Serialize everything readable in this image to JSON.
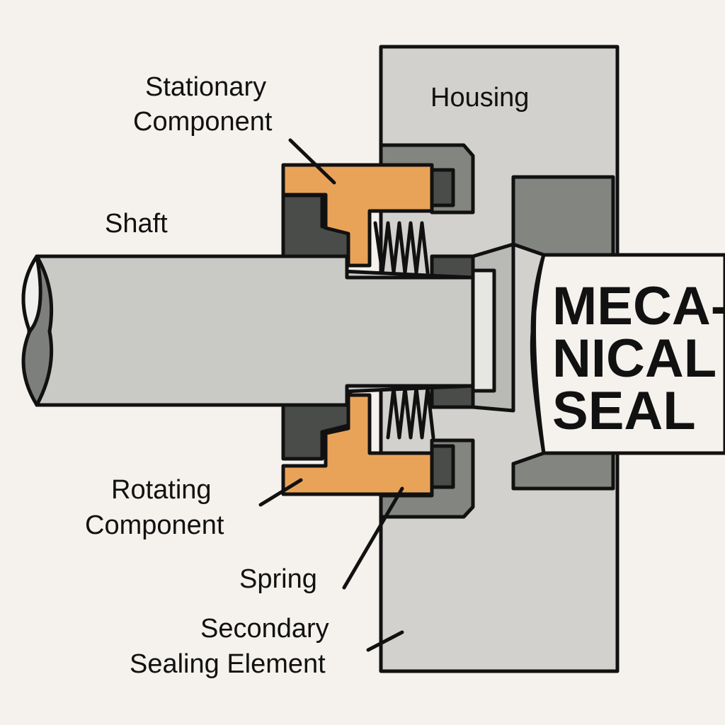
{
  "labels": {
    "housing": "Housing",
    "stationary_line1": "Stationary",
    "stationary_line2": "Component",
    "shaft": "Shaft",
    "rotating_line1": "Rotating",
    "rotating_line2": "Component",
    "spring": "Spring",
    "secondary_line1": "Secondary",
    "secondary_line2": "Sealing Element"
  },
  "title": {
    "line1": "MECA-",
    "line2": "NICAL",
    "line3": "SEAL"
  },
  "colors": {
    "background": "#f5f2ed",
    "housing": "#d2d1cd",
    "housing_dark": "#838581",
    "seal_dark": "#4a4c4a",
    "component": "#e9a358",
    "shaft": "#c9c9c6",
    "outline": "#111111"
  }
}
